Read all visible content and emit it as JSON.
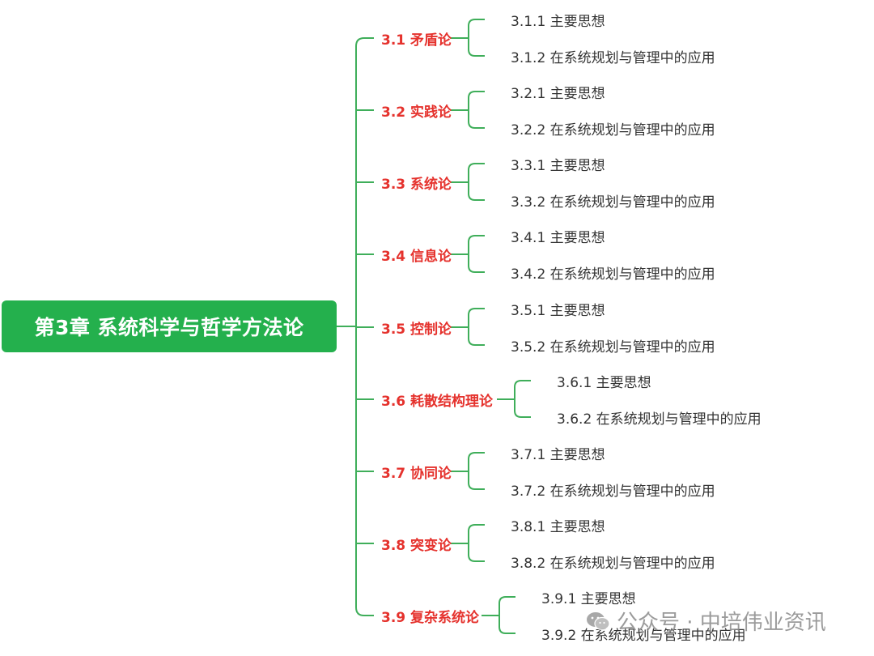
{
  "root": {
    "label": "第3章 系统科学与哲学方法论"
  },
  "branches": [
    {
      "label": "3.1 矛盾论",
      "children": [
        "3.1.1 主要思想",
        "3.1.2 在系统规划与管理中的应用"
      ]
    },
    {
      "label": "3.2 实践论",
      "children": [
        "3.2.1 主要思想",
        "3.2.2 在系统规划与管理中的应用"
      ]
    },
    {
      "label": "3.3 系统论",
      "children": [
        "3.3.1 主要思想",
        "3.3.2 在系统规划与管理中的应用"
      ]
    },
    {
      "label": "3.4 信息论",
      "children": [
        "3.4.1 主要思想",
        "3.4.2 在系统规划与管理中的应用"
      ]
    },
    {
      "label": "3.5 控制论",
      "children": [
        "3.5.1 主要思想",
        "3.5.2 在系统规划与管理中的应用"
      ]
    },
    {
      "label": "3.6 耗散结构理论",
      "children": [
        "3.6.1 主要思想",
        "3.6.2 在系统规划与管理中的应用"
      ]
    },
    {
      "label": "3.7 协同论",
      "children": [
        "3.7.1 主要思想",
        "3.7.2 在系统规划与管理中的应用"
      ]
    },
    {
      "label": "3.8 突变论",
      "children": [
        "3.8.1 主要思想",
        "3.8.2 在系统规划与管理中的应用"
      ]
    },
    {
      "label": "3.9 复杂系统论",
      "children": [
        "3.9.1 主要思想",
        "3.9.2 在系统规划与管理中的应用"
      ]
    }
  ],
  "watermark": {
    "text": "公众号 · 中培伟业资讯",
    "icon": "wechat-icon"
  },
  "colors": {
    "root_fill": "#24b04d",
    "connector": "#3fae5a",
    "branch_text": "#e5322d",
    "leaf_text": "#333333"
  }
}
